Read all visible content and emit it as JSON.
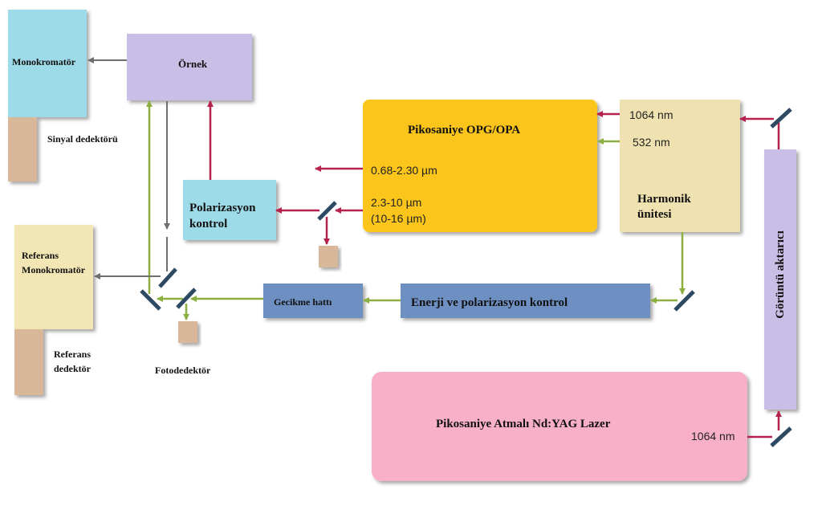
{
  "colors": {
    "red": "#b5224e",
    "green": "#8cb040",
    "gray": "#6e6e6e",
    "mirror": "#2e4a63",
    "mono_blue": "#9edbe8",
    "ornek_purple": "#c9bfe6",
    "polarizasyon_blue": "#9edbe8",
    "opg_orange": "#fbc51e",
    "harmonik_beige": "#f0e2b0",
    "referans_beige": "#f2e6b4",
    "detector_tan": "#d9b89a",
    "goruntu_purple": "#c9bfe6",
    "gecikme_blue": "#6e8fc2",
    "enerji_blue": "#6e8fc2",
    "laser_pink": "#f8b0c8"
  },
  "labels": {
    "monokromator": "Monokromatör",
    "ornek": "Örnek",
    "sinyal_dedektoru": "Sinyal dedektörü",
    "polarizasyon_line1": "Polarizasyon",
    "polarizasyon_line2": "kontrol",
    "referans_line1": "Referans",
    "referans_line2": "Monokromatör",
    "referans_dedektor_line1": "Referans",
    "referans_dedektor_line2": "dedektör",
    "fotodedektor": "Fotodedektör",
    "opg_title": "Pikosaniye OPG/OPA",
    "opg_range1": "0.68-2.30 µm",
    "opg_range2_line1": "2.3-10 µm",
    "opg_range2_line2": "(10-16 µm)",
    "harmonik_in1": "1064 nm",
    "harmonik_in2": "532 nm",
    "harmonik_line1": "Harmonik",
    "harmonik_line2": "ünitesi",
    "goruntu": "Görüntü aktarıcı",
    "gecikme": "Gecikme hattı",
    "enerji": "Enerji ve polarizasyon kontrol",
    "laser_title": "Pikosaniye Atmalı Nd:YAG Lazer",
    "laser_out": "1064 nm"
  }
}
